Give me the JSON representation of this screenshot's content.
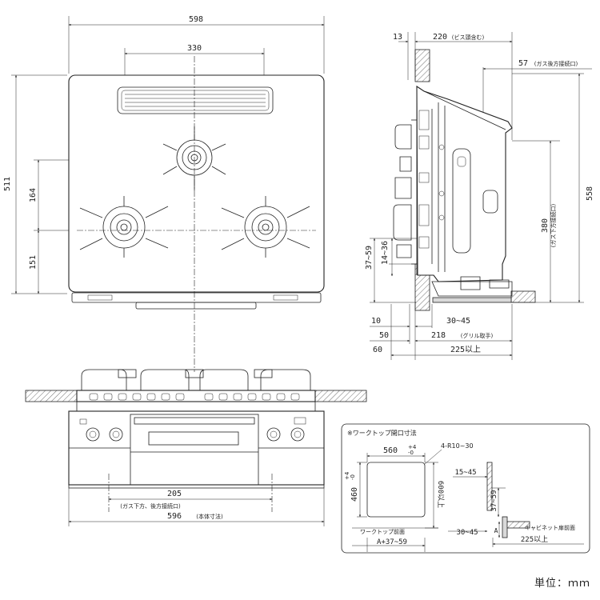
{
  "top_view": {
    "width_total": "598",
    "grill_width": "330",
    "depth_total": "511",
    "burner_offset_164": "164",
    "burner_offset_151": "151"
  },
  "side_view": {
    "dim_13": "13",
    "dim_220": "220",
    "dim_220_note": "(ビス頭含む)",
    "dim_57": "57",
    "dim_57_note": "(ガス後方接続口)",
    "dim_558": "558",
    "dim_380": "380",
    "dim_380_note": "(ガス下方接続口)",
    "dim_37_59": "37~59",
    "dim_14_36": "14~36",
    "dim_10": "10",
    "dim_30_45": "30~45",
    "dim_50": "50",
    "dim_218": "218",
    "dim_218_note": "(グリル取手)",
    "dim_60": "60",
    "dim_225": "225以上"
  },
  "front_view": {
    "dim_205": "205",
    "dim_205_note": "(ガス下方、後方接続口)",
    "dim_596": "596",
    "dim_596_note": "(本体寸法)"
  },
  "cutout": {
    "title": "※ワークトップ開口寸法",
    "width": "560",
    "width_tol_upper": "+4",
    "width_tol_lower": "-0",
    "radius": "4-R10~30",
    "depth": "460",
    "depth_tol_upper": "+4",
    "depth_tol_lower": "-0",
    "min_600": "600以上",
    "worktop_front": "ワークトップ前面",
    "a_range": "A+37~59",
    "side_15_45": "15~45",
    "side_37_59": "37~59",
    "side_30_45": "30~45",
    "side_a": "A",
    "cabinet_door": "キャビネット扉前面",
    "side_225": "225以上"
  },
  "unit_label": "単位：ｍｍ"
}
